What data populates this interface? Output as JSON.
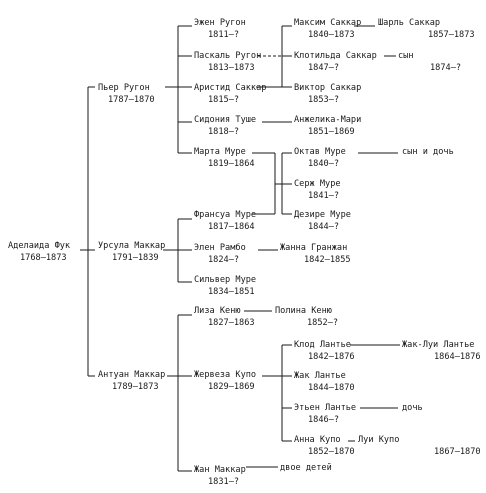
{
  "people": {
    "adelaida": {
      "name": "Аделаида Фук",
      "years": "1768–1873"
    },
    "pierre": {
      "name": "Пьер Ругон",
      "years": "1787–1870"
    },
    "ursule": {
      "name": "Урсула Маккар",
      "years": "1791–1839"
    },
    "antoine": {
      "name": "Антуан Маккар",
      "years": "1789–1873"
    },
    "eugene": {
      "name": "Эжен Ругон",
      "years": "1811–?"
    },
    "pascal": {
      "name": "Паскаль Ругон",
      "years": "1813–1873"
    },
    "aristide": {
      "name": "Аристид Саккар",
      "years": "1815–?"
    },
    "sidonie": {
      "name": "Сидония Туше",
      "years": "1818–?"
    },
    "marthe": {
      "name": "Марта Муре",
      "years": "1819–1864"
    },
    "maxime": {
      "name": "Максим Саккар",
      "years": "1840–1873"
    },
    "clotilde": {
      "name": "Клотильда Саккар",
      "years": "1847–?"
    },
    "victor": {
      "name": "Виктор Саккар",
      "years": "1853–?"
    },
    "angelique": {
      "name": "Анжелика-Мари",
      "years": "1851–1869"
    },
    "octave": {
      "name": "Октав Муре",
      "years": "1840–?"
    },
    "serge": {
      "name": "Серж Муре",
      "years": "1841–?"
    },
    "desiree": {
      "name": "Дезире Муре",
      "years": "1844–?"
    },
    "charles": {
      "name": "Шарль Саккар",
      "years": "1857–1873"
    },
    "francois": {
      "name": "Франсуа Муре",
      "years": "1817–1864"
    },
    "helene": {
      "name": "Элен Рамбо",
      "years": "1824–?"
    },
    "jeanne": {
      "name": "Жанна Гранжан",
      "years": "1842–1855"
    },
    "silvere": {
      "name": "Сильвер Муре",
      "years": "1834–1851"
    },
    "lisa": {
      "name": "Лиза Кеню",
      "years": "1827–1863"
    },
    "pauline": {
      "name": "Полина Кеню",
      "years": "1852–?"
    },
    "gervaise": {
      "name": "Жервеза Купо",
      "years": "1829–1869"
    },
    "claude": {
      "name": "Клод Лантье",
      "years": "1842–1876"
    },
    "jacques_louis": {
      "name": "Жак-Луи Лантье",
      "years": "1864–1876"
    },
    "jacques": {
      "name": "Жак Лантье",
      "years": "1844–1870"
    },
    "etienne": {
      "name": "Этьен Лантье",
      "years": "1846–?"
    },
    "anna": {
      "name": "Анна Купо",
      "years": "1852–1870"
    },
    "louis": {
      "name": "Луи Купо",
      "years": "1867–1870"
    },
    "jean": {
      "name": "Жан Маккар",
      "years": "1831–?"
    }
  },
  "notes": {
    "pascal_son": "сын",
    "pascal_son_years": "1874–?",
    "octave_children": "сын и дочь",
    "etienne_daughter": "дочь",
    "jean_children": "двое детей"
  }
}
